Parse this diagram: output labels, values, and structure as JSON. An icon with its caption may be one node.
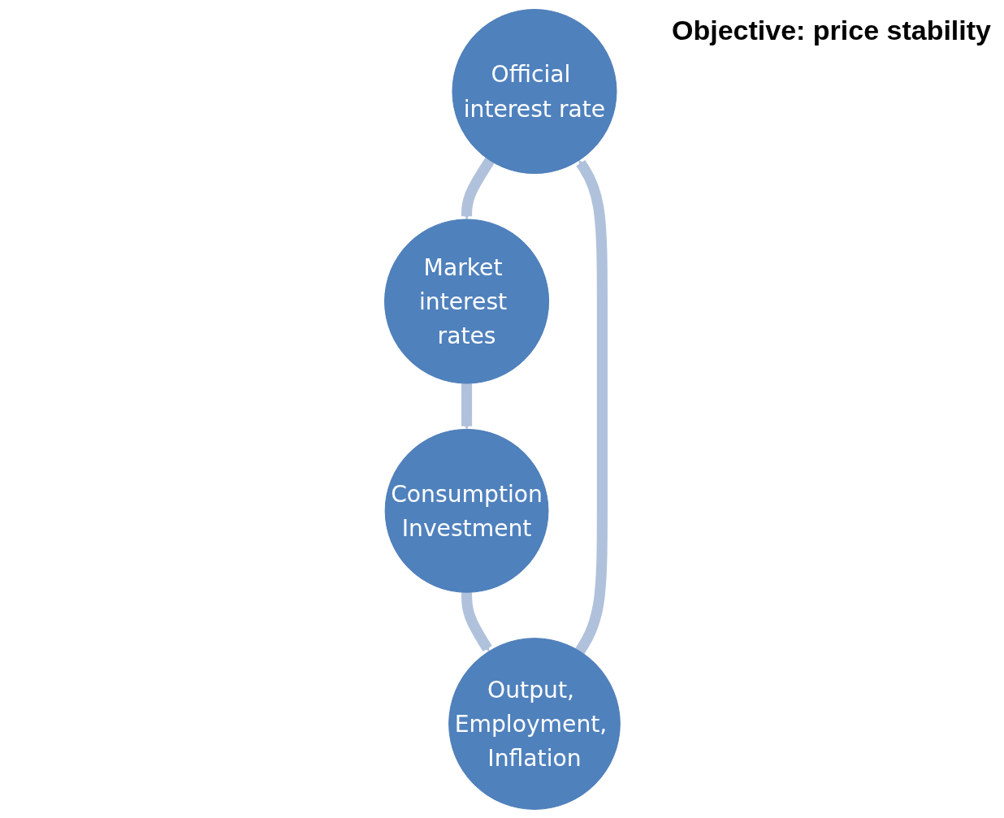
{
  "diagram": {
    "title": "Objective: price stability",
    "nodes": [
      {
        "text": [
          "Official interest rate"
        ]
      },
      {
        "text": [
          "Market interest rates"
        ]
      },
      {
        "text": [
          "Consumption",
          "Investment"
        ]
      },
      {
        "text": [
          "Output, Employment, Inflation"
        ]
      }
    ],
    "edges": [
      {
        "from": 0,
        "to": 1,
        "arrow": "to"
      },
      {
        "from": 1,
        "to": 2,
        "arrow": "to"
      },
      {
        "from": 2,
        "to": 3,
        "arrow": "to"
      },
      {
        "from": 3,
        "to": 0,
        "arrow": "to"
      }
    ]
  }
}
